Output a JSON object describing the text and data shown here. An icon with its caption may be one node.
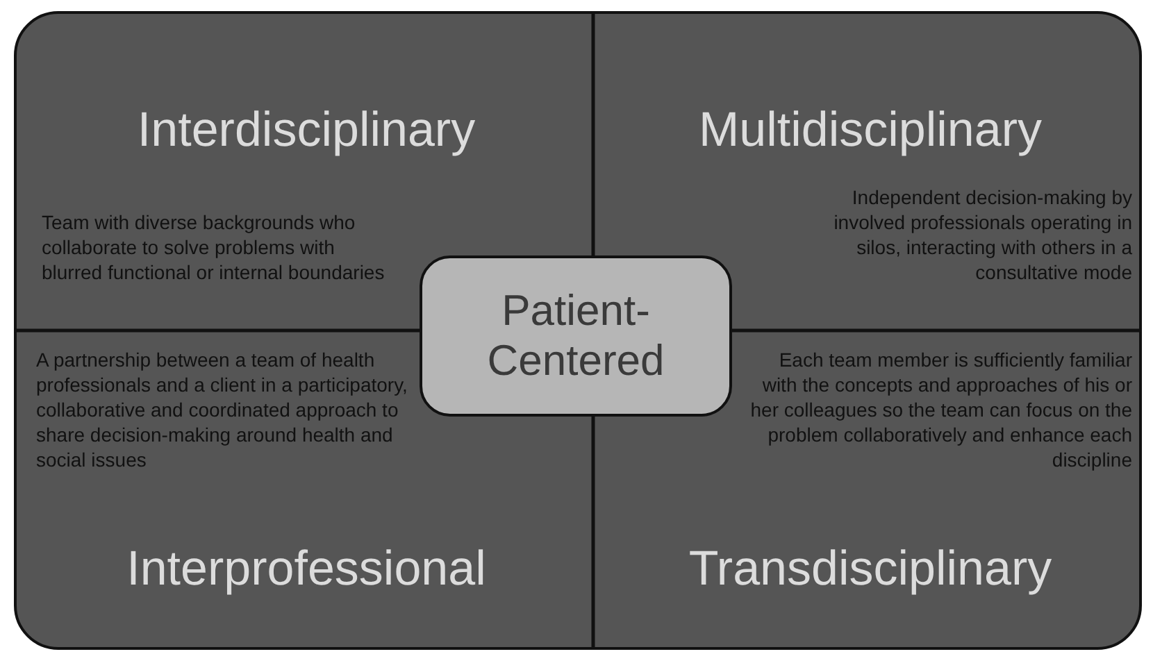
{
  "diagram": {
    "nodes": [
      {
        "text": [],
        "shape": "box"
      },
      {
        "text": [
          "Interdisciplinary",
          "Team with diverse backgrounds who collaborate to solve problems with blurred functional or internal boundaries"
        ],
        "in": 0
      },
      {
        "text": [
          "Multidisciplinary",
          "Independent decision-making by involved professionals operating in silos, interacting with others in a consultative mode"
        ],
        "in": 0
      },
      {
        "text": [
          "Patient-Centered"
        ],
        "in": 0
      },
      {
        "text": [
          "A partnership between a team of health professionals and a client in a participatory, collaborative and coordinated approach to share decision-making around health and social issues",
          "Interprofessional"
        ],
        "in": 0
      },
      {
        "text": [
          "Each team member is sufficiently familiar with the concepts and approaches of his or her colleagues so the team can focus on the problem collaboratively and enhance each discipline",
          "Transdisciplinary"
        ],
        "in": 0
      }
    ]
  }
}
